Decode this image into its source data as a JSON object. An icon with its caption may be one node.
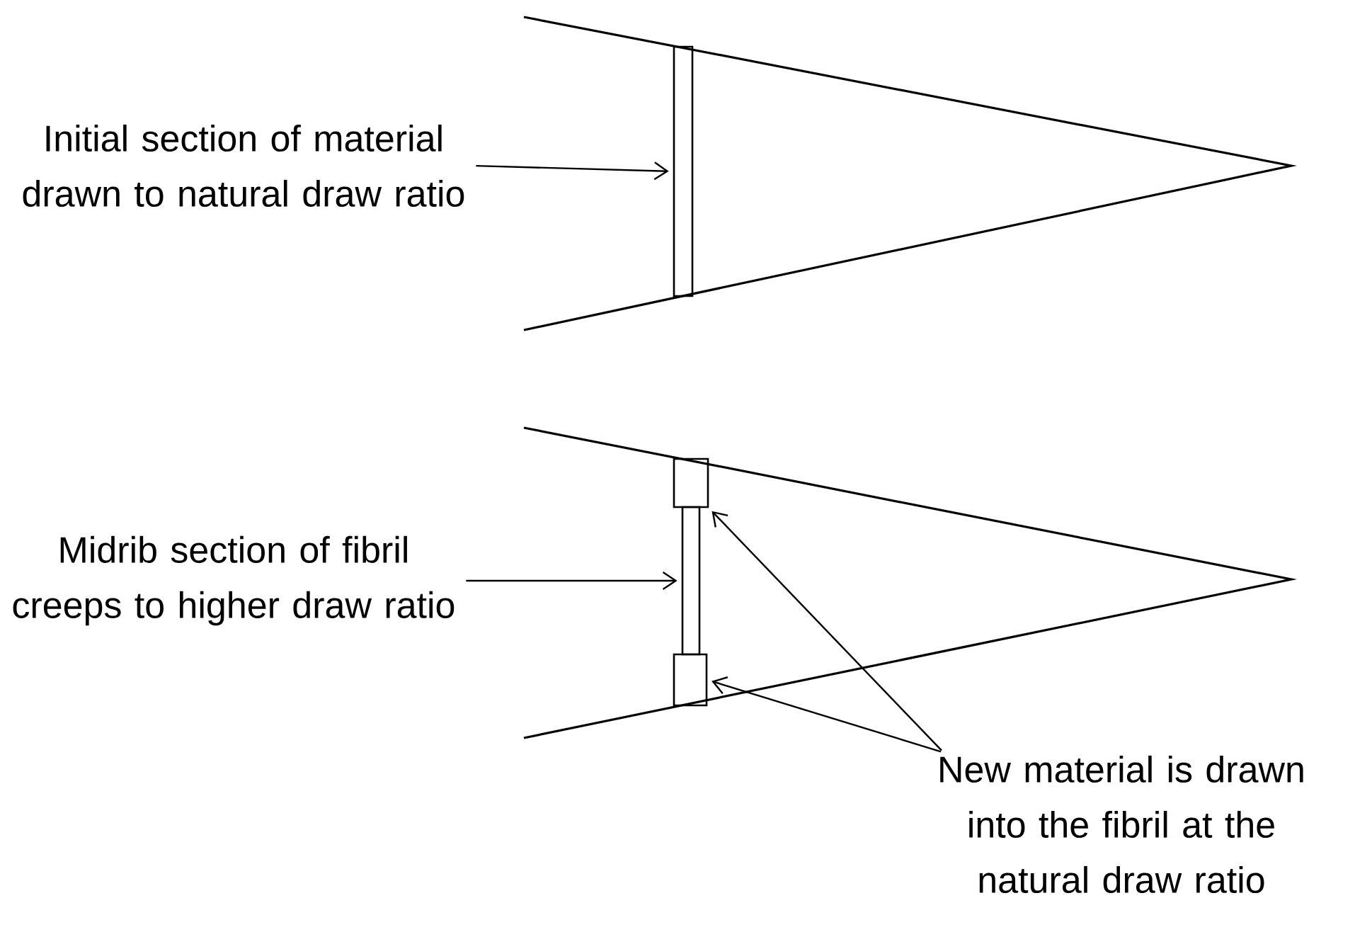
{
  "diagram": {
    "nodes": [
      {
        "text": [
          "Initial section of material drawn to natural draw ratio"
        ]
      },
      {
        "text": [],
        "shape": "bar"
      },
      {
        "text": [
          "Midrib section of fibril creeps to higher draw ratio"
        ]
      },
      {
        "text": [],
        "shape": "bar"
      },
      {
        "text": [],
        "shape": "bar"
      },
      {
        "text": [],
        "shape": "bar"
      },
      {
        "text": [
          "New material is drawn into the fibril at the natural draw ratio"
        ]
      }
    ],
    "edges": [
      {
        "from": 0,
        "to": 1,
        "arrow": "to"
      },
      {
        "from": 2,
        "to": 4,
        "arrow": "to"
      },
      {
        "from": 6,
        "to": 3,
        "arrow": "to"
      },
      {
        "from": 6,
        "to": 5,
        "arrow": "to"
      }
    ]
  }
}
